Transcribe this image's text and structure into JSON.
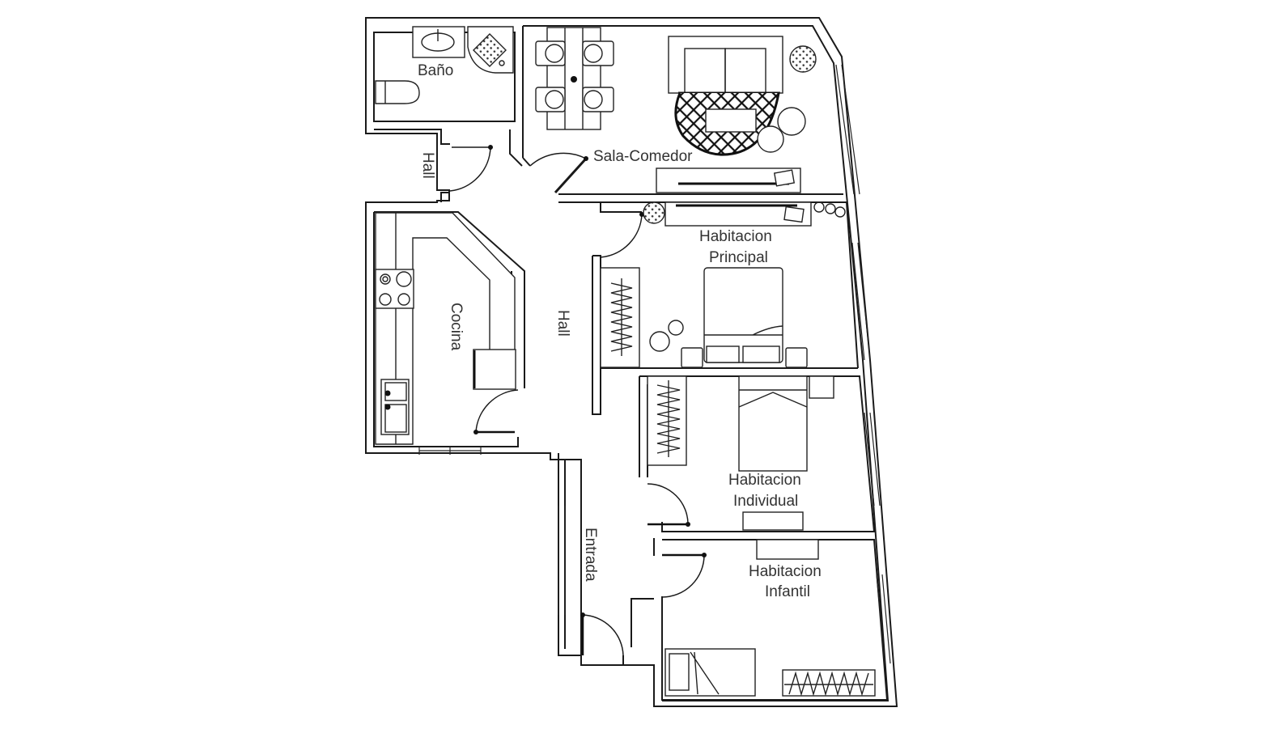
{
  "title": "Floor plan",
  "rooms": {
    "bano": {
      "label": "Baño"
    },
    "sala_comedor": {
      "label": "Sala-Comedor"
    },
    "hall_top": {
      "label": "Hall"
    },
    "cocina": {
      "label": "Cocina"
    },
    "hall_middle": {
      "label": "Hall"
    },
    "habitacion_principal": {
      "line1": "Habitacion",
      "line2": "Principal"
    },
    "habitacion_individual": {
      "line1": "Habitacion",
      "line2": "Individual"
    },
    "entrada": {
      "label": "Entrada"
    },
    "habitacion_infantil": {
      "line1": "Habitacion",
      "line2": "Infantil"
    }
  },
  "furniture": {
    "bano": [
      "sink",
      "corner-shower",
      "toilet"
    ],
    "sala_comedor": [
      "dining-table",
      "dining-chair",
      "dining-chair",
      "dining-chair",
      "dining-chair",
      "sofa",
      "round-rug",
      "coffee-table",
      "armchair-ball",
      "armchair-ball",
      "potted-plant",
      "tv-cabinet"
    ],
    "cocina": [
      "counter",
      "stove",
      "double-sink",
      "fridge"
    ],
    "habitacion_principal": [
      "wardrobe",
      "double-bed",
      "nightstand",
      "nightstand",
      "side-table-round",
      "dresser",
      "potted-plant"
    ],
    "habitacion_individual": [
      "wardrobe",
      "single-bed",
      "nightstand",
      "radiator"
    ],
    "habitacion_infantil": [
      "single-bed",
      "wardrobe",
      "radiator"
    ]
  },
  "colors": {
    "wall": "#1a1a1a",
    "label": "#333333",
    "background": "#ffffff"
  }
}
